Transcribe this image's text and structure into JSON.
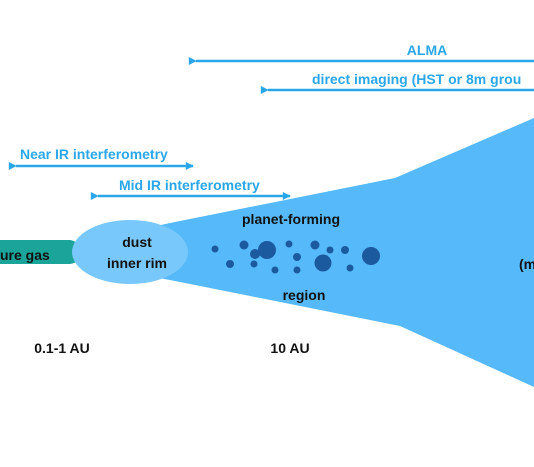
{
  "arrows": [
    {
      "id": "alma",
      "label": "ALMA"
    },
    {
      "id": "direct-imaging",
      "label": "direct imaging (HST or 8m grou"
    },
    {
      "id": "near-ir",
      "label": "Near IR interferometry"
    },
    {
      "id": "mid-ir",
      "label": "Mid IR interferometry"
    }
  ],
  "regions": {
    "pure_gas": "ure gas",
    "dust_line1": "dust",
    "dust_line2": "inner rim",
    "planet_forming": "planet-forming",
    "region": "region",
    "outer_fragment": "(m"
  },
  "distances": [
    "0.1-1 AU",
    "10 AU"
  ],
  "colors": {
    "arrow": "#2aa7e8",
    "disk": "#56bafa",
    "inner_rim": "#78c8fb",
    "gas": "#1aa49a",
    "planetesimal": "#1c5aa0",
    "label": "#111111"
  }
}
